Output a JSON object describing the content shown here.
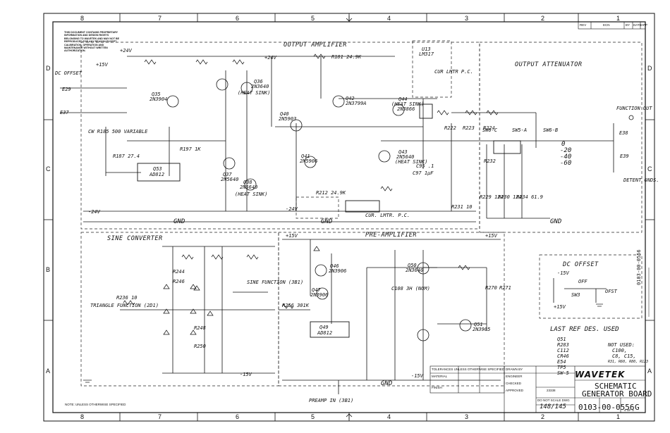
{
  "zones_top": [
    "8",
    "7",
    "6",
    "5",
    "4",
    "3",
    "2",
    "1"
  ],
  "zones_side": [
    "D",
    "C",
    "B",
    "A"
  ],
  "notice": "THIS DOCUMENT CONTAINS PROPRIETARY INFORMATION AND DESIGN RIGHTS BELONGING TO WAVETEK AND MAY NOT BE REPRODUCED FOR ANY REASON EXCEPT CALIBRATION, OPERATION AND MAINTENANCE WITHOUT WRITTEN AUTHORIZATION.",
  "sections": {
    "output_amplifier": "OUTPUT AMPLIFIER",
    "output_attenuator": "OUTPUT ATTENUATOR",
    "sine_converter": "SINE CONVERTER",
    "pre_amplifier": "PRE-AMPLIFIER",
    "dc_offset": "DC OFFSET",
    "last_ref": "LAST REF DES. USED"
  },
  "components": {
    "q53": "Q53",
    "q53b": "AD812",
    "q49": "Q49",
    "q49b": "AD812",
    "q35": "Q35",
    "q35b": "2N3904",
    "q36": "Q36",
    "q36b": "2N3640",
    "q37": "Q37",
    "q37b": "2N5640",
    "q38": "Q38",
    "q38b": "2N5640",
    "q40": "Q40",
    "q40b": "2N5903",
    "q41": "Q41",
    "q41b": "2N5906",
    "q42": "Q42",
    "q42b": "2N3799A",
    "q43": "Q43",
    "q43b": "2N5640",
    "q44": "Q44",
    "q44b": "2N3866",
    "q46": "Q46",
    "q46b": "2N3906",
    "q47": "Q47",
    "q47b": "2N3906",
    "q50": "Q50",
    "q50b": "2N3640",
    "q51": "Q51",
    "q51b": "2N3905",
    "u13": "U13",
    "u13b": "LM317",
    "heat_sink": "(HEAT SINK)",
    "cur_lmtr": "CUR LMTR P.C.",
    "cur_lmtr2": "CUR. LMTR. P.C.",
    "sw6": "SW6-C",
    "sw5": "SW5-A",
    "sw6b": "SW6-B",
    "att0": "0",
    "att20": "-20",
    "att40": "-40",
    "att60": "-60",
    "function_out": "FUNCTION OUT",
    "e38": "E38",
    "e39": "E39",
    "e37": "E37",
    "e29": "E29",
    "detent": "DETENT GNDS.",
    "dc_offset_in": "DC OFFSET",
    "r185": "CW R185 500 VARIABLE",
    "gnd": "GND",
    "v24": "+24V",
    "vm24": "-24V",
    "v15": "+15V",
    "vm15": "-15V",
    "triangle": "TRIANGLE FUNCTION (2D1)",
    "sine_fn": "SINE FUNCTION (3B1)",
    "r236": "R236 10",
    "r256": "R256 301K",
    "preamp_in": "PREAMP IN (3B1)",
    "ofst": "OFST",
    "sw3": "SW3",
    "off": "OFF",
    "r181": "R181 24.9K",
    "r212": "R212 24.9K",
    "r187": "R187 27.4",
    "r197": "R197 1K",
    "c95": "C95 .1",
    "c97": "C97 1µF",
    "r232": "R232",
    "r222": "R222",
    "r223": "R223",
    "r224": "R224",
    "r229": "R229 124",
    "r230": "R230 124",
    "r231": "R231 10",
    "r234": "R234 61.9",
    "c108": "C108 3H (NOM)",
    "r270": "R270",
    "r271": "R271",
    "r244": "R244",
    "r246": "R246",
    "r248": "R248",
    "r250": "R250"
  },
  "last_ref": {
    "col1": [
      "Q51",
      "R283",
      "C112",
      "CR46",
      "E54",
      "TP5",
      "SW-5"
    ],
    "not_used_label": "NOT USED:",
    "not_used": [
      "C100,",
      "C8, C15,",
      "R31, R60, R80, R123"
    ]
  },
  "title_block": {
    "logo": "WAVETEK",
    "title_line1": "SCHEMATIC",
    "title_line2": "GENERATOR BOARD",
    "dwg_no": "0103-00-0556",
    "rev": "G",
    "model": "148/145",
    "sheet": "4 OF 4",
    "scale": "DO NOT SCALE DWG",
    "code": "23338",
    "side_label": "0103-00-0556",
    "notes": "NOTE: UNLESS OTHERWISE SPECIFIED",
    "drawn": "DRAWN BY",
    "engineer": "ENGINEER",
    "checked": "CHECKED",
    "approved": "APPROVED",
    "material": "MATERIAL",
    "finish": "FINISH",
    "tol": "TOLERANCES UNLESS OTHERWISE SPECIFIED",
    "rev_hdr": [
      "REV",
      "ECN",
      "BY",
      "DATE",
      "APP"
    ]
  }
}
